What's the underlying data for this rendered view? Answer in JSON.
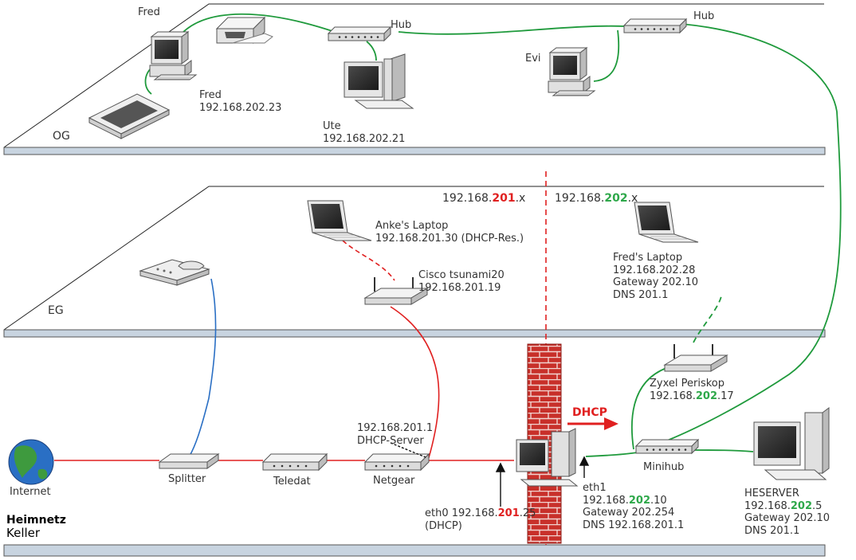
{
  "title": {
    "bold": "Heimnetz",
    "sub": "Keller"
  },
  "floors": {
    "og": "OG",
    "eg": "EG"
  },
  "subnets": {
    "left": {
      "prefix": "192.168.",
      "mid": "201",
      "suffix": ".x"
    },
    "right": {
      "prefix": "192.168.",
      "mid": "202",
      "suffix": ".x"
    }
  },
  "dhcp_arrow": "DHCP",
  "devices": {
    "fred_top": "Fred",
    "hub1": "Hub",
    "hub2": "Hub",
    "fred_pc": {
      "name": "Fred",
      "ip": "192.168.202.23"
    },
    "ute": {
      "name": "Ute",
      "ip": "192.168.202.21"
    },
    "evi": "Evi",
    "anke": {
      "name": "Anke's Laptop",
      "ip": "192.168.201.30 (DHCP-Res.)"
    },
    "cisco": {
      "name": "Cisco tsunami20",
      "ip": "192.168.201.19"
    },
    "fred_laptop": {
      "name": "Fred's Laptop",
      "ip": "192.168.202.28",
      "gw": "Gateway 202.10",
      "dns": "DNS 201.1"
    },
    "zyxel": {
      "name": "Zyxel Periskop",
      "ip_prefix": "192.168.",
      "ip_mid": "202",
      "ip_suffix": ".17"
    },
    "internet": "Internet",
    "splitter": "Splitter",
    "teledat": "Teledat",
    "netgear": {
      "name": "Netgear",
      "ip": "192.168.201.1",
      "role": "DHCP-Server"
    },
    "eth0": {
      "prefix": "eth0 192.168.",
      "mid": "201",
      "suffix": ".25",
      "note": "(DHCP)"
    },
    "eth1": {
      "name": "eth1",
      "ip_prefix": "192.168.",
      "ip_mid": "202",
      "ip_suffix": ".10",
      "gw": "Gateway 202.254",
      "dns": "DNS 192.168.201.1"
    },
    "minihub": "Minihub",
    "heserver": {
      "name": "HESERVER",
      "ip_prefix": "192.168.",
      "ip_mid": "202",
      "ip_suffix": ".5",
      "gw": "Gateway 202.10",
      "dns": "DNS 201.1"
    }
  },
  "colors": {
    "red": "#e02020",
    "green": "#1f9a3c",
    "blue": "#2a6fc4",
    "floor": "#c8d4e0",
    "brick": "#c8302a"
  },
  "icons": [
    "pc-icon",
    "printer-icon",
    "scanner-icon",
    "hub-icon",
    "laptop-icon",
    "access-point-icon",
    "phone-icon",
    "globe-icon",
    "firewall-icon",
    "server-icon",
    "modem-icon"
  ]
}
